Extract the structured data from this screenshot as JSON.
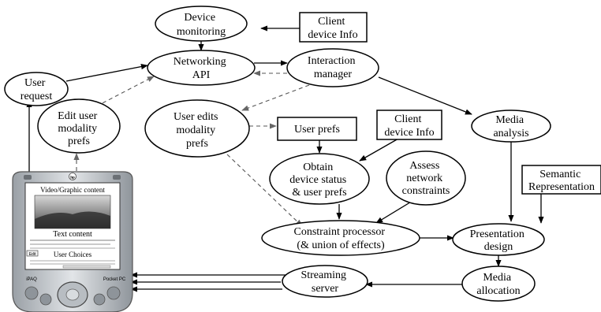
{
  "nodes": {
    "device_monitoring": [
      "Device",
      "monitoring"
    ],
    "client_device_info_top": [
      "Client",
      "device Info"
    ],
    "networking_api": [
      "Networking",
      "API"
    ],
    "interaction_manager": [
      "Interaction",
      "manager"
    ],
    "user_request": [
      "User",
      "request"
    ],
    "edit_user_modality_prefs": [
      "Edit user",
      "modality",
      "prefs"
    ],
    "user_edits_modality_prefs": [
      "User edits",
      "modality",
      "prefs"
    ],
    "user_prefs": [
      "User prefs"
    ],
    "client_device_info_mid": [
      "Client",
      "device Info"
    ],
    "media_analysis": [
      "Media",
      "analysis"
    ],
    "obtain_device_status": [
      "Obtain",
      "device status",
      "& user prefs"
    ],
    "assess_network_constraints": [
      "Assess",
      "network",
      "constraints"
    ],
    "semantic_representation": [
      "Semantic",
      "Representation"
    ],
    "constraint_processor": [
      "Constraint processor",
      "(& union of effects)"
    ],
    "presentation_design": [
      "Presentation",
      "design"
    ],
    "streaming_server": [
      "Streaming",
      "server"
    ],
    "media_allocation": [
      "Media",
      "allocation"
    ]
  },
  "pda": {
    "screen_title": "Video/Graphic content",
    "text_content": "Text content",
    "user_choices": "User Choices",
    "edit_button": "Edit",
    "soft_key_left": "iPAQ",
    "soft_key_right": "Pocket PC"
  },
  "colors": {
    "stroke": "#000000",
    "dashed_stroke": "#777777",
    "pda_body": "#c8ccd0",
    "pda_screen": "#ffffff"
  }
}
